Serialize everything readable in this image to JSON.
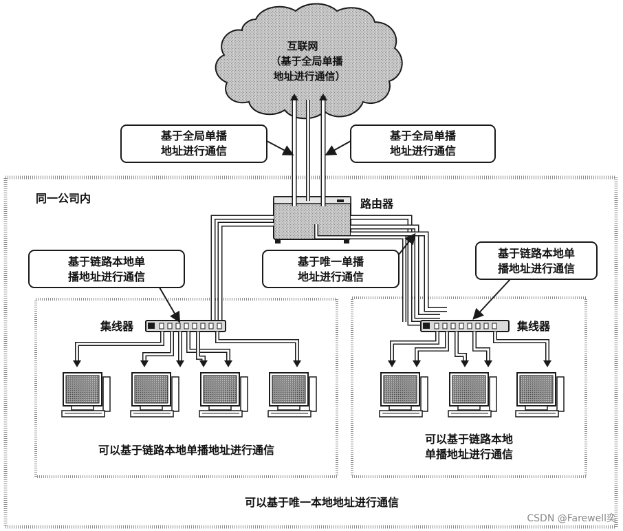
{
  "cloud": {
    "title": "互联网",
    "line1": "（基于全局单播",
    "line2": "地址进行通信）"
  },
  "callouts": {
    "global_left": {
      "line1": "基于全局单播",
      "line2": "地址进行通信"
    },
    "global_right": {
      "line1": "基于全局单播",
      "line2": "地址进行通信"
    },
    "unique_local": {
      "line1": "基于唯一单播",
      "line2": "地址进行通信"
    },
    "link_local_left": {
      "line1": "基于链路本地单",
      "line2": "播地址进行通信"
    },
    "link_local_right": {
      "line1": "基于链路本地单",
      "line2": "播地址进行通信"
    }
  },
  "labels": {
    "company": "同一公司内",
    "router": "路由器",
    "hub_left": "集线器",
    "hub_right": "集线器",
    "left_segment_caption": "可以基于链路本地单播地址进行通信",
    "right_segment_caption_line1": "可以基于链路本地",
    "right_segment_caption_line2": "单播地址进行通信",
    "company_caption": "可以基于唯一本地地址进行通信"
  },
  "watermark": "CSDN @Farewell奕",
  "colors": {
    "stroke": "#1a1a1a",
    "cloud_fill": "#bdbdbd",
    "device_fill": "#9e9e9e",
    "screen_fill": "#7a7a7a",
    "dotted_border": "#8c8c8c"
  }
}
